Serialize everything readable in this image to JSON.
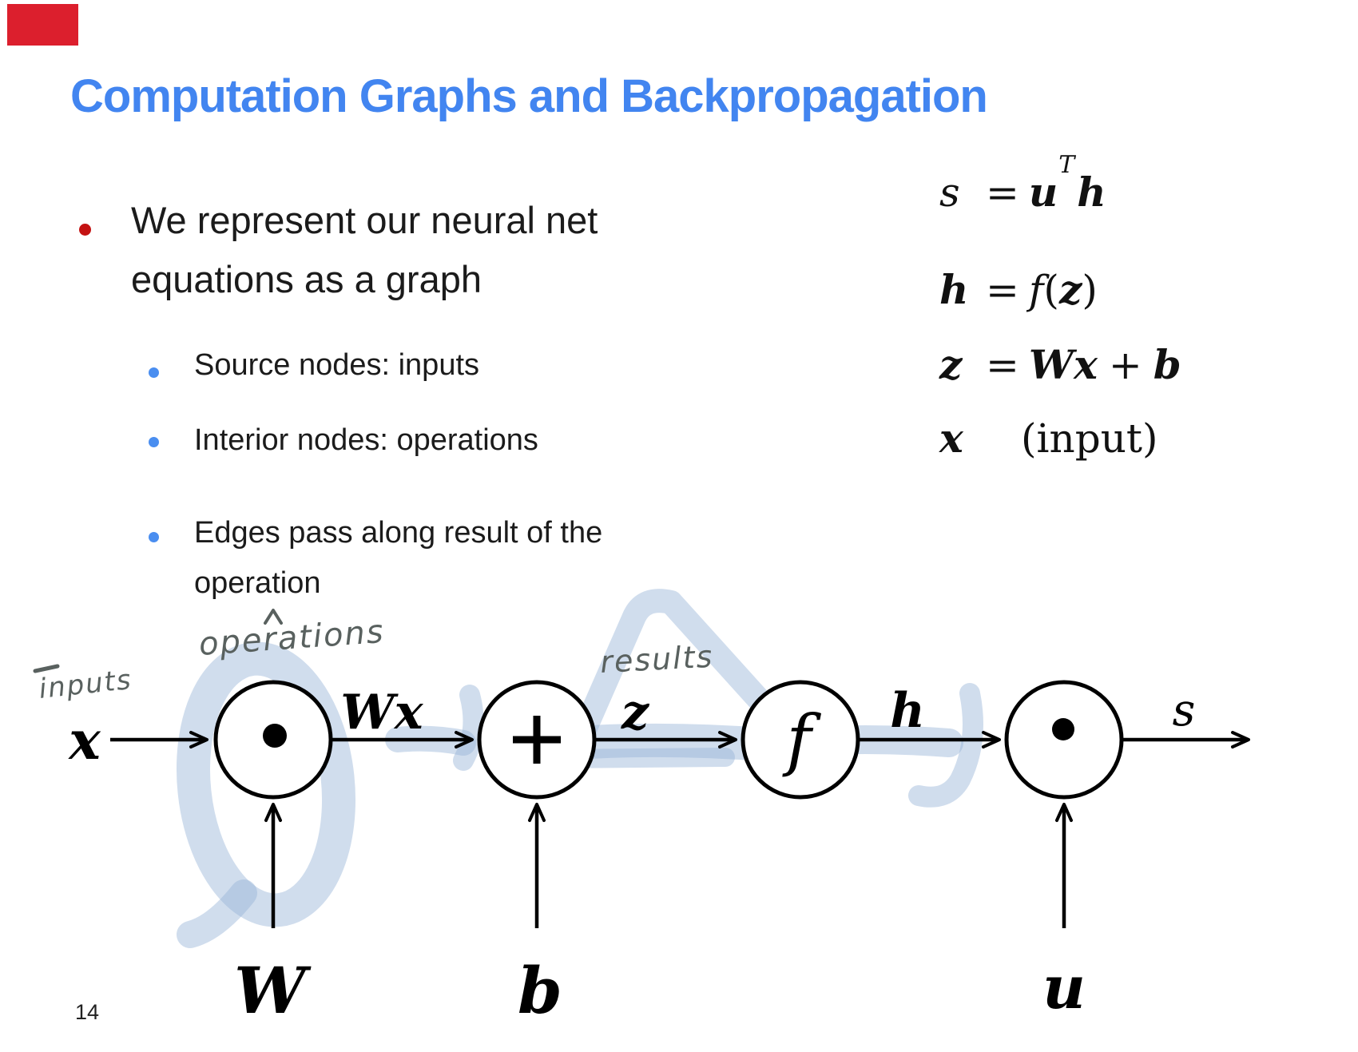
{
  "slide": {
    "title": "Computation Graphs and Backpropagation",
    "page_number": "14",
    "colors": {
      "title_blue": "#4285f0",
      "main_bullet_red": "#c41212",
      "sub_bullet_blue": "#4a8ef0",
      "body_text": "#1b1b1b",
      "corner_marker_red": "#dc1f2d",
      "highlighter_blue": "#a8c2dd",
      "handwriting_gray": "#59615f",
      "diagram_black": "#000000"
    }
  },
  "bullets": {
    "main_line1": "We represent our neural net",
    "main_line2": "equations as a graph",
    "sub1": "Source nodes: inputs",
    "sub2": "Interior nodes: operations",
    "sub3_line1": "Edges pass along result of the",
    "sub3_line2": "operation"
  },
  "equations": {
    "line1": {
      "lhs": "s",
      "rel": "=",
      "rhs_u": "u",
      "rhs_sup": "T",
      "rhs_h": "h"
    },
    "line2": {
      "lhs": "h",
      "rel": "=",
      "rhs_f": "f",
      "paren_open": "(",
      "rhs_z": "z",
      "paren_close": ")"
    },
    "line3": {
      "lhs": "z",
      "rel": "=",
      "rhs_W": "W",
      "rhs_x": "x",
      "plus": "+",
      "rhs_b": "b"
    },
    "line4": {
      "lhs": "x",
      "note": "(input)"
    }
  },
  "diagram": {
    "input_label": "x",
    "edge_label_wx": "Wx",
    "edge_label_z": "z",
    "edge_label_h": "h",
    "edge_label_s": "s",
    "node2_op": "+",
    "node3_op": "f",
    "bottom_label_w": "W",
    "bottom_label_b": "b",
    "bottom_label_u": "u",
    "annotation_inputs": "inputs",
    "annotation_operations": "operations",
    "annotation_results": "results"
  }
}
